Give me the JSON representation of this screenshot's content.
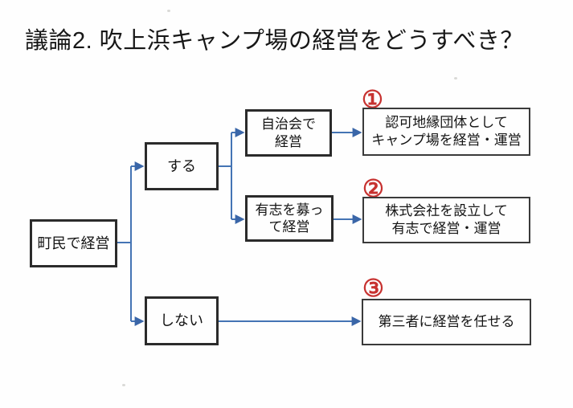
{
  "title": "議論2. 吹上浜キャンプ場の経営をどうすべき？",
  "nodes": {
    "citizen": {
      "label": "町民で経営"
    },
    "do": {
      "label": "する"
    },
    "dont": {
      "label": "しない"
    },
    "jichikai": {
      "line1": "自治会で",
      "line2": "経営"
    },
    "yushi": {
      "line1": "有志を募っ",
      "line2": "て経営"
    },
    "option1": {
      "badge": "①",
      "line1": "認可地縁団体として",
      "line2": "キャンプ場を経営・運営"
    },
    "option2": {
      "badge": "②",
      "line1": "株式会社を設立して",
      "line2": "有志で経営・運営"
    },
    "option3": {
      "badge": "③",
      "label": "第三者に経営を任せる"
    }
  },
  "colors": {
    "connector_blue": "#4474b4",
    "arrowhead_blue": "#3a66a8",
    "badge_red": "#c73230",
    "box_border": "#2b2b2b",
    "text": "#151515",
    "background": "#fefefe"
  }
}
